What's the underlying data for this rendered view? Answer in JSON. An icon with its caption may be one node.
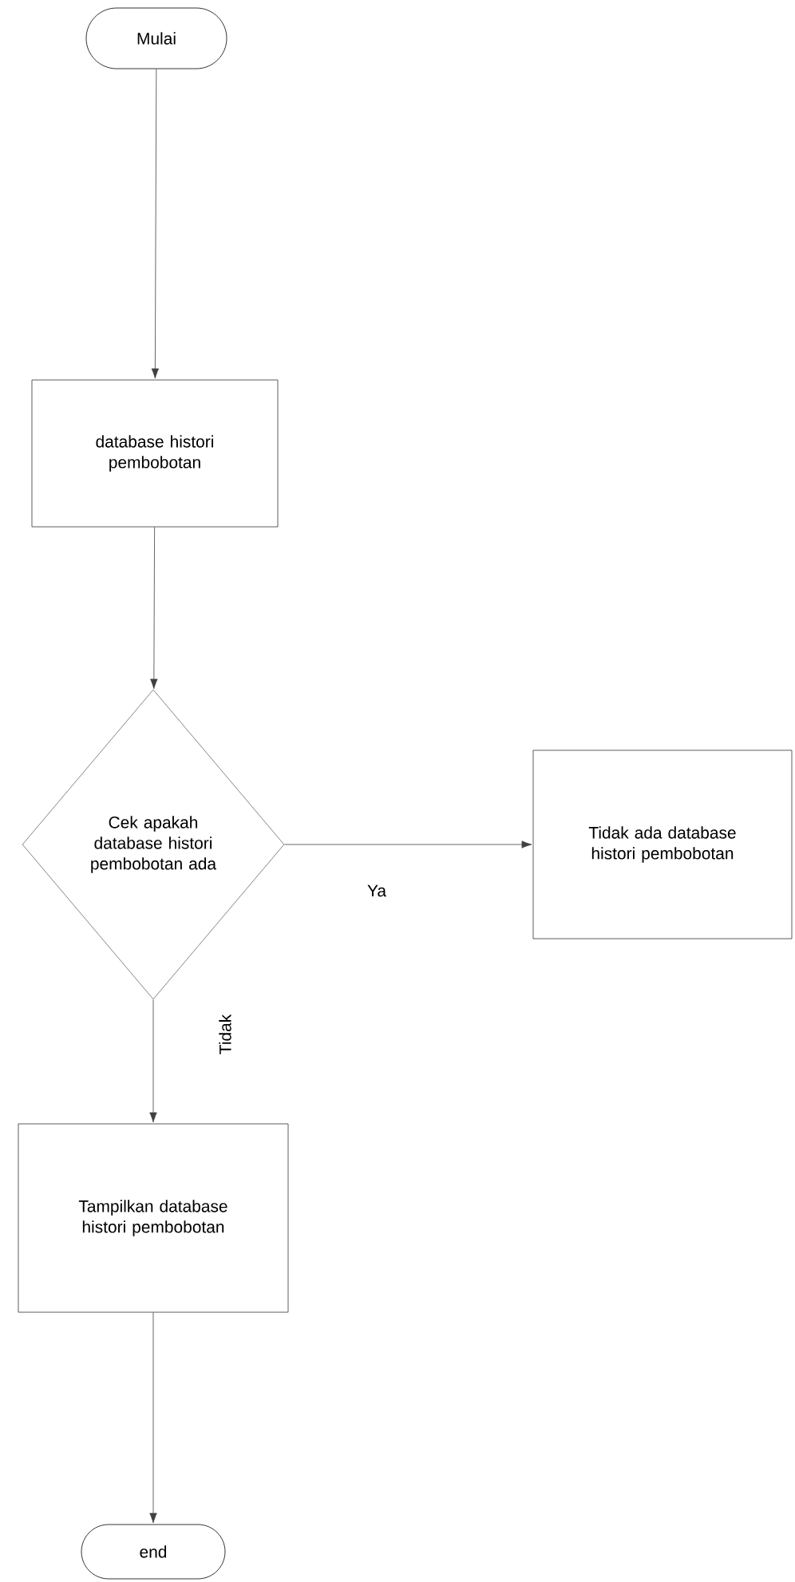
{
  "diagram": {
    "nodes": [
      {
        "text": [
          "Mulai"
        ]
      },
      {
        "text": [
          "database histori pembobotan"
        ]
      },
      {
        "text": [
          "Cek apakah database histori pembobotan ada"
        ]
      },
      {
        "text": [
          "Tidak ada database histori pembobotan"
        ]
      },
      {
        "text": [
          "Tampilkan database histori pembobotan"
        ]
      },
      {
        "text": [
          "end"
        ]
      }
    ],
    "edges": [
      {
        "from": 0,
        "to": 1,
        "arrow": "to"
      },
      {
        "from": 1,
        "to": 2,
        "arrow": "to"
      },
      {
        "from": 2,
        "to": 3,
        "arrow": "to",
        "label": "Ya"
      },
      {
        "from": 2,
        "to": 4,
        "arrow": "to",
        "label": "Tidak"
      },
      {
        "from": 4,
        "to": 5,
        "arrow": "to"
      }
    ]
  }
}
